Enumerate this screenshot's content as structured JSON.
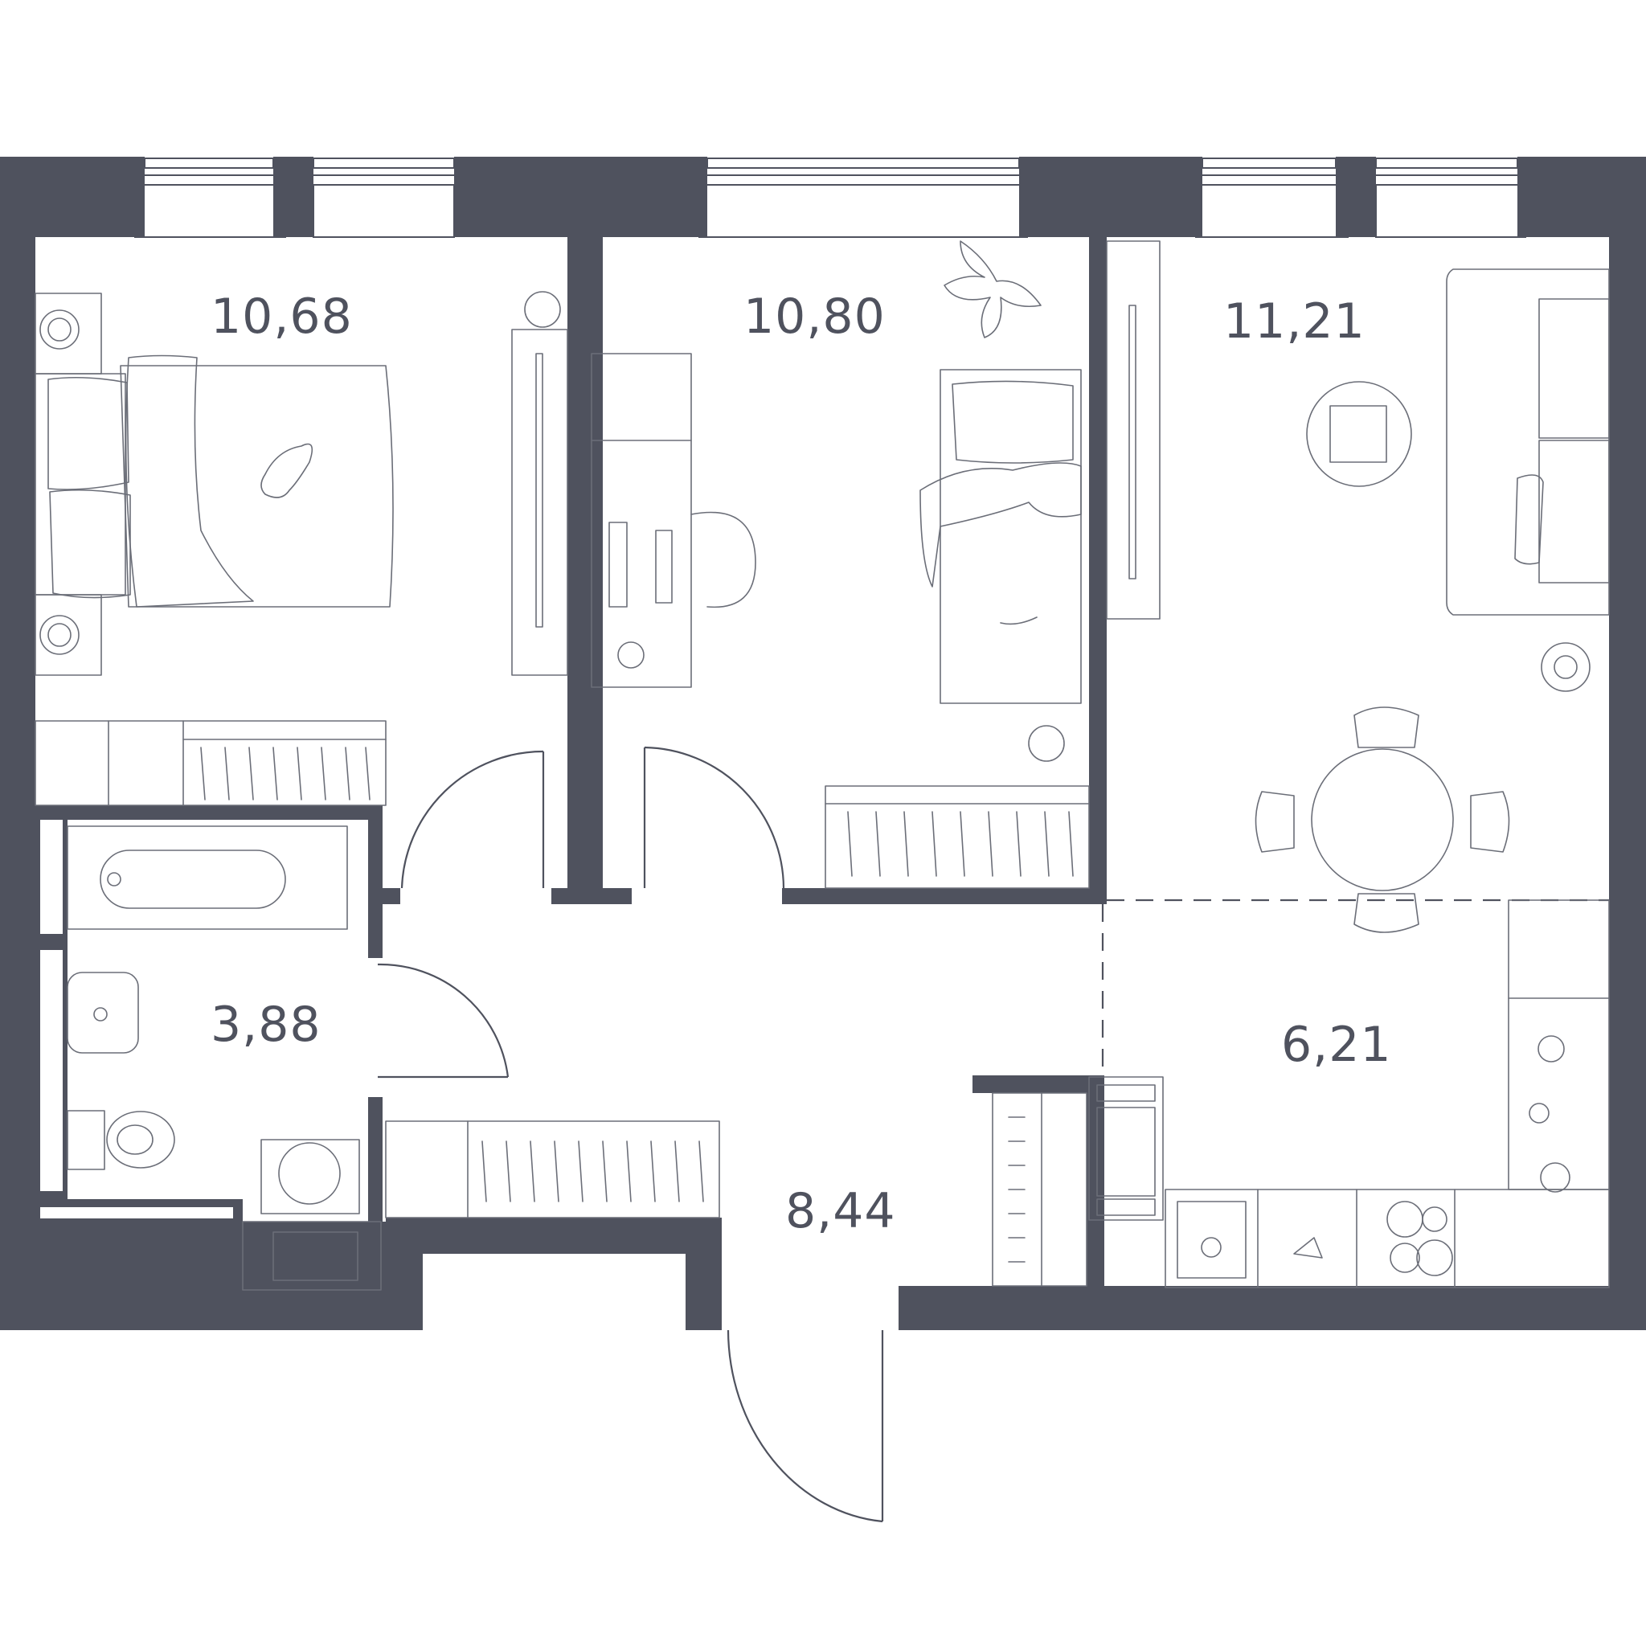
{
  "floorplan": {
    "rooms": [
      {
        "id": "bedroom-1",
        "area": "10,68"
      },
      {
        "id": "bedroom-2",
        "area": "10,80"
      },
      {
        "id": "living-room",
        "area": "11,21"
      },
      {
        "id": "bathroom",
        "area": "3,88"
      },
      {
        "id": "kitchen",
        "area": "6,21"
      },
      {
        "id": "hallway",
        "area": "8,44"
      }
    ]
  },
  "colors": {
    "wall": "#4f525e",
    "furniture_line": "#6b6e78",
    "background": "#ffffff"
  }
}
